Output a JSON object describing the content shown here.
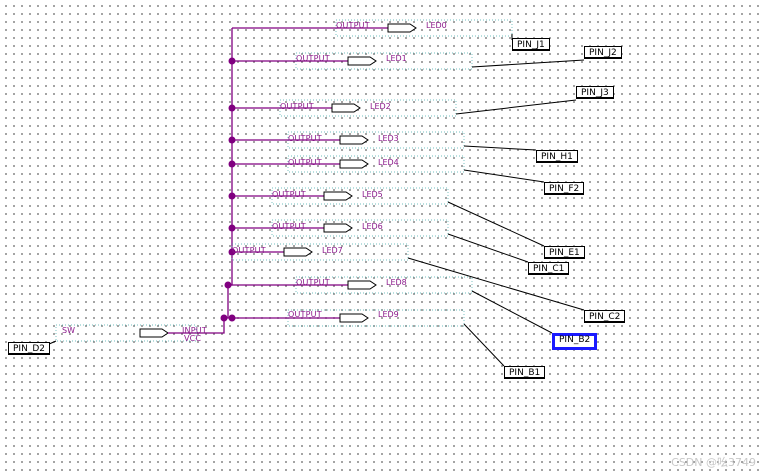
{
  "outputs": [
    {
      "type": "OUTPUT",
      "name": "LED0",
      "pin": "PIN_J1"
    },
    {
      "type": "OUTPUT",
      "name": "LED1",
      "pin": "PIN_J2"
    },
    {
      "type": "OUTPUT",
      "name": "LED2",
      "pin": "PIN_J3"
    },
    {
      "type": "OUTPUT",
      "name": "LED3",
      "pin": "PIN_H1"
    },
    {
      "type": "OUTPUT",
      "name": "LED4",
      "pin": "PIN_F2"
    },
    {
      "type": "OUTPUT",
      "name": "LED5",
      "pin": "PIN_E1"
    },
    {
      "type": "OUTPUT",
      "name": "LED6",
      "pin": "PIN_C1"
    },
    {
      "type": "OUTPUT",
      "name": "LED7",
      "pin": "PIN_C2"
    },
    {
      "type": "OUTPUT",
      "name": "LED8",
      "pin": "PIN_B2"
    },
    {
      "type": "OUTPUT",
      "name": "LED9",
      "pin": "PIN_B1"
    }
  ],
  "input": {
    "name": "SW",
    "type": "INPUT",
    "default": "VCC",
    "pin": "PIN_D2"
  },
  "selected_pin": "PIN_B2",
  "watermark": "CSDN @吆3749",
  "colors": {
    "wire": "#800080",
    "pin_line": "#000000",
    "selection": "#1a1aff"
  }
}
